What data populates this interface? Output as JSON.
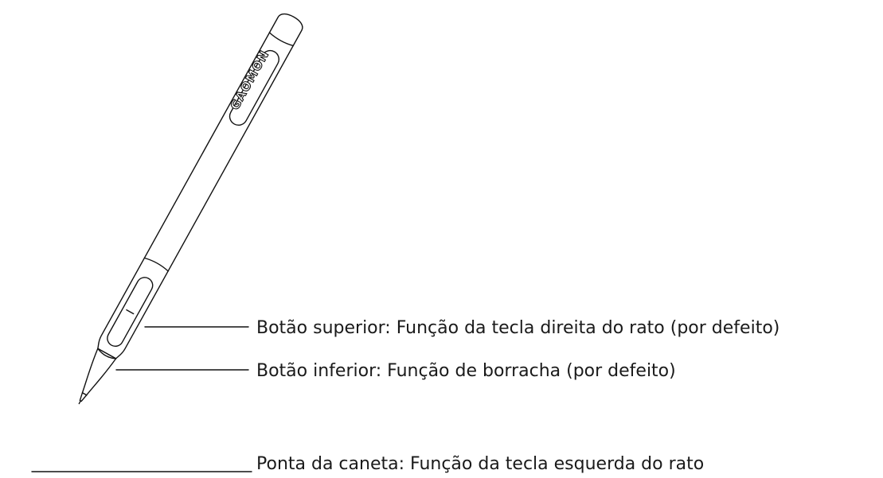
{
  "brand": {
    "name": "GAOMON"
  },
  "callouts": [
    {
      "id": "upper",
      "text": "Botão superior: Função da tecla direita do rato (por defeito)"
    },
    {
      "id": "lower",
      "text": "Botão inferior: Função de borracha (por defeito)"
    },
    {
      "id": "tip",
      "text": "Ponta da caneta: Função da tecla esquerda do rato"
    }
  ],
  "colors": {
    "stroke": "#111111",
    "text": "#1a1a1a",
    "background": "#ffffff"
  }
}
